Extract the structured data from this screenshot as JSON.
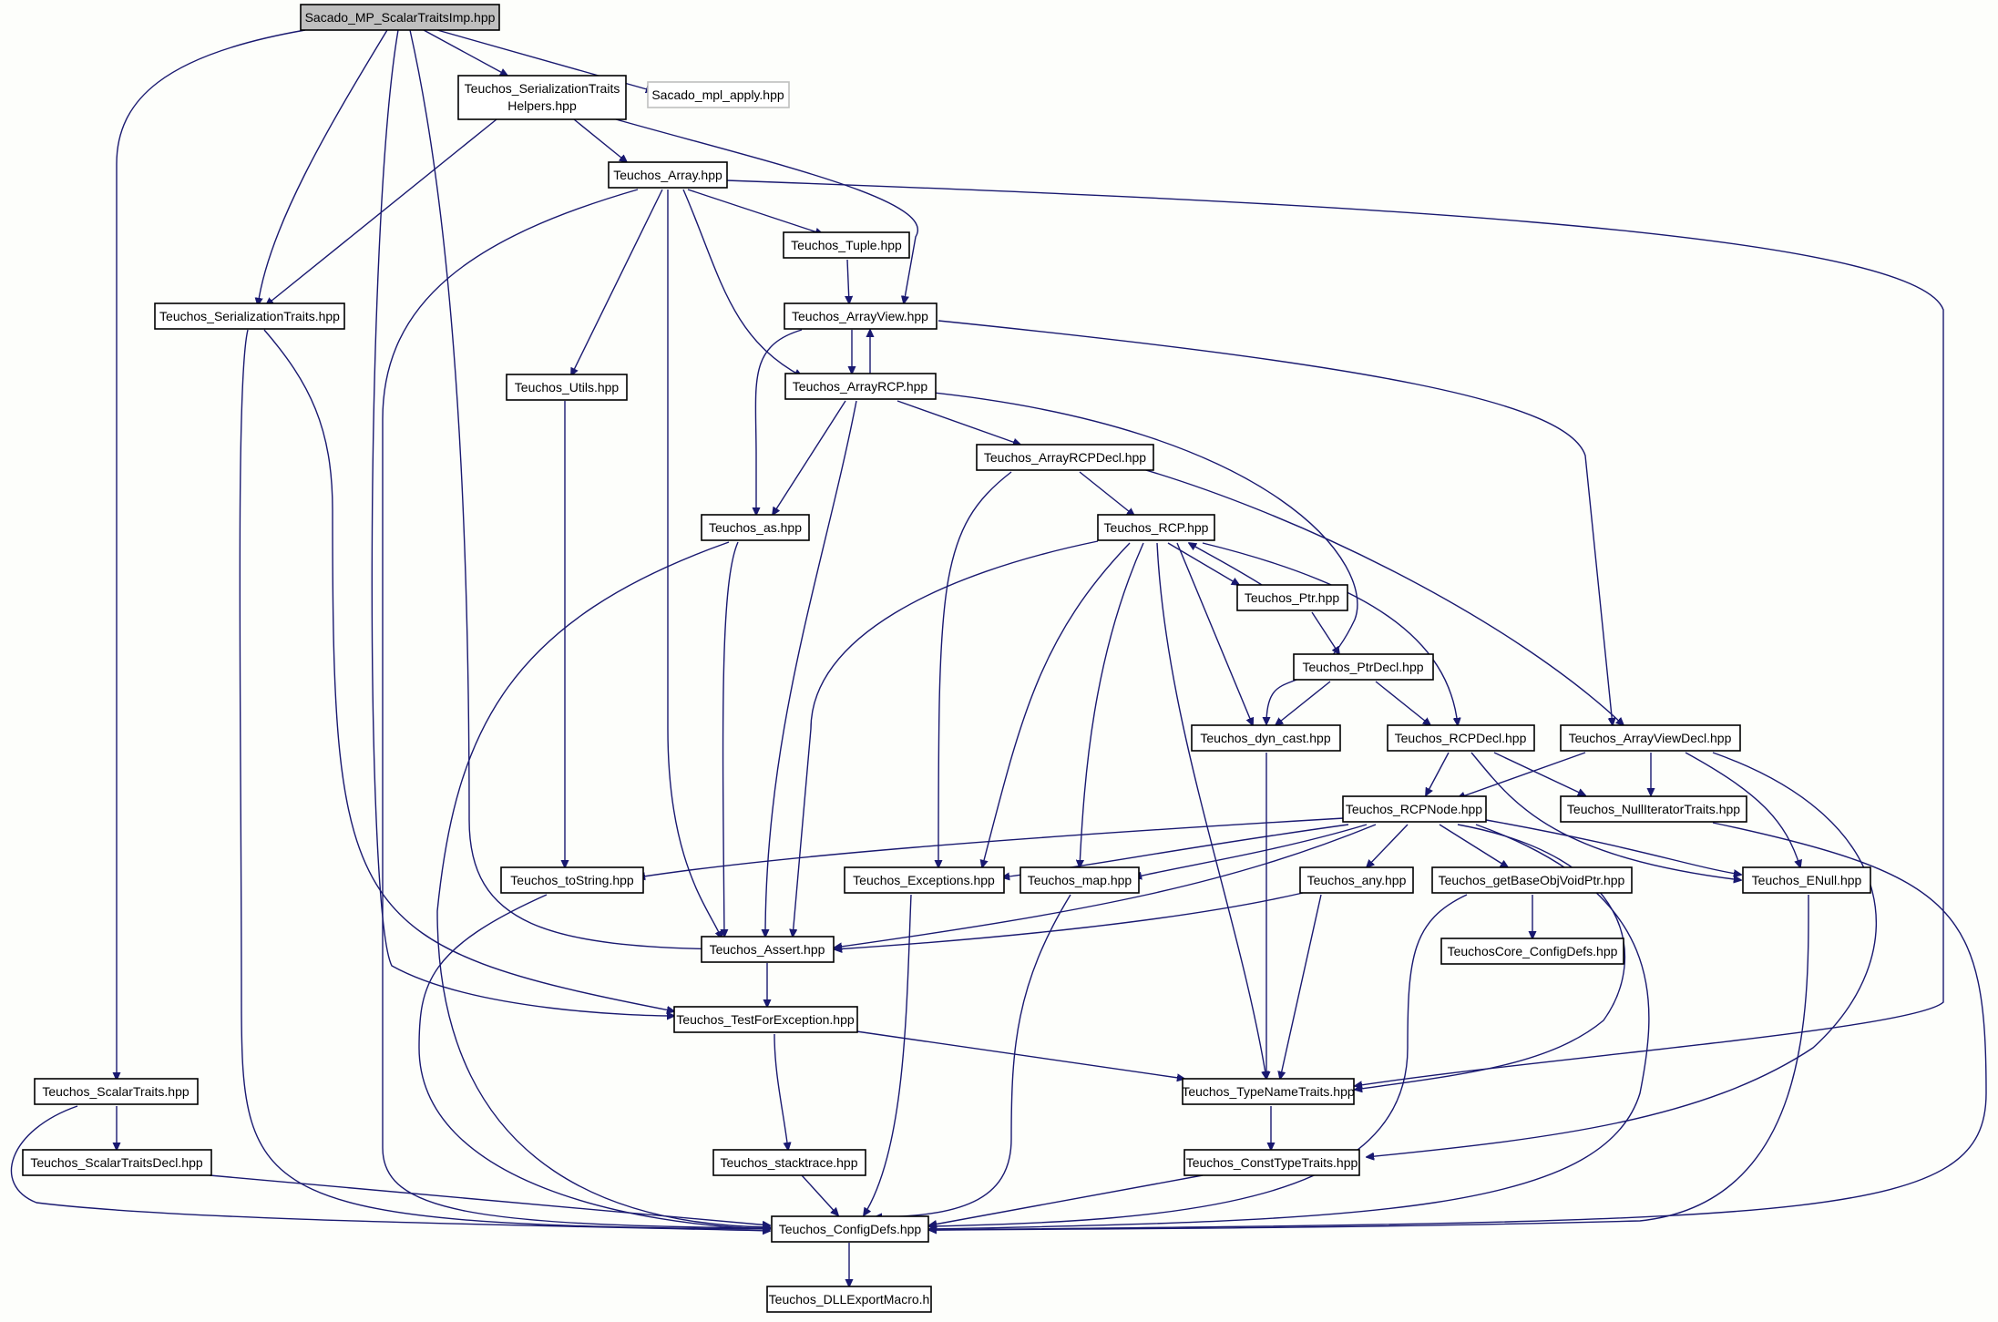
{
  "title": "Sacado_MP_ScalarTraitsImp.hpp",
  "colors": {
    "edge": "#191970",
    "root_fill": "#bfbfbf",
    "node_fill": "#ffffff",
    "external_border": "#bfbfbf",
    "background": "#fdfefb"
  },
  "nodes": {
    "root": "Sacado_MP_ScalarTraitsImp.hpp",
    "ser_helpers_1": "Teuchos_SerializationTraits",
    "ser_helpers_2": "Helpers.hpp",
    "mpl_apply": "Sacado_mpl_apply.hpp",
    "array": "Teuchos_Array.hpp",
    "tuple": "Teuchos_Tuple.hpp",
    "ser_traits": "Teuchos_SerializationTraits.hpp",
    "arrayview": "Teuchos_ArrayView.hpp",
    "utils": "Teuchos_Utils.hpp",
    "arrayrcp": "Teuchos_ArrayRCP.hpp",
    "arrayrcpdecl": "Teuchos_ArrayRCPDecl.hpp",
    "as": "Teuchos_as.hpp",
    "rcp": "Teuchos_RCP.hpp",
    "ptr": "Teuchos_Ptr.hpp",
    "ptrdecl": "Teuchos_PtrDecl.hpp",
    "dyncast": "Teuchos_dyn_cast.hpp",
    "rcpdecl": "Teuchos_RCPDecl.hpp",
    "arrayviewdecl": "Teuchos_ArrayViewDecl.hpp",
    "rcpnode": "Teuchos_RCPNode.hpp",
    "nulliter": "Teuchos_NullIteratorTraits.hpp",
    "tostring": "Teuchos_toString.hpp",
    "exceptions": "Teuchos_Exceptions.hpp",
    "map": "Teuchos_map.hpp",
    "any": "Teuchos_any.hpp",
    "getbase": "Teuchos_getBaseObjVoidPtr.hpp",
    "enull": "Teuchos_ENull.hpp",
    "assert": "Teuchos_Assert.hpp",
    "coreconfig": "TeuchosCore_ConfigDefs.hpp",
    "testforexc": "Teuchos_TestForException.hpp",
    "scalartraits": "Teuchos_ScalarTraits.hpp",
    "typename": "Teuchos_TypeNameTraits.hpp",
    "scalardecl": "Teuchos_ScalarTraitsDecl.hpp",
    "stacktrace": "Teuchos_stacktrace.hpp",
    "consttype": "Teuchos_ConstTypeTraits.hpp",
    "configdefs": "Teuchos_ConfigDefs.hpp",
    "dllexport": "Teuchos_DLLExportMacro.h"
  }
}
